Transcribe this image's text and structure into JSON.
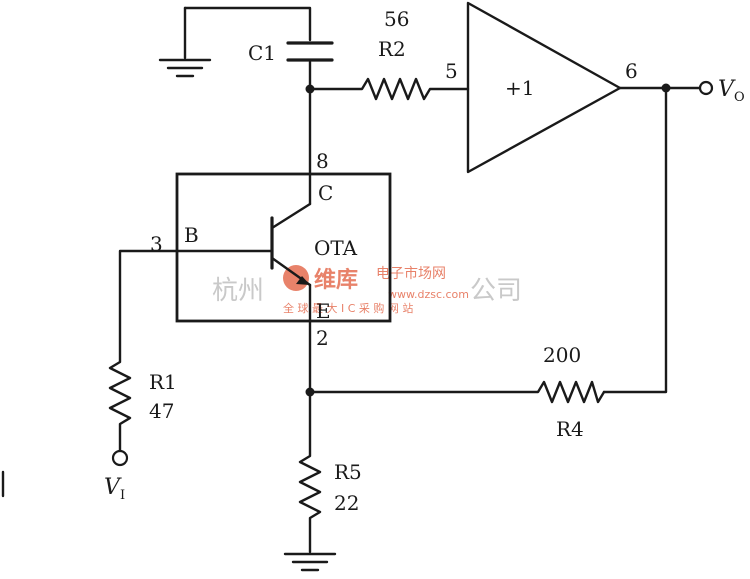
{
  "components": {
    "c1": {
      "name": "C1"
    },
    "r2": {
      "name": "R2",
      "value": "56"
    },
    "r1": {
      "name": "R1",
      "value": "47"
    },
    "r4": {
      "name": "R4",
      "value": "200"
    },
    "r5": {
      "name": "R5",
      "value": "22"
    },
    "buffer": {
      "gain": "+1",
      "in_pin": "5",
      "out_pin": "6"
    },
    "ota": {
      "name": "OTA",
      "pin_c": "8",
      "pin_b": "3",
      "pin_e": "2",
      "label_c": "C",
      "label_b": "B",
      "label_e": "E"
    }
  },
  "terminals": {
    "out": {
      "label": "V",
      "sub": "O"
    },
    "in": {
      "label": "V",
      "sub": "I"
    }
  },
  "watermark": {
    "company_left": "杭州",
    "company_right": "公司",
    "logo": "维库",
    "logo_right": "电子市场网",
    "url": "www.dzsc.com",
    "slogan": "全 球 最 大 I C 采 购 网 站"
  }
}
